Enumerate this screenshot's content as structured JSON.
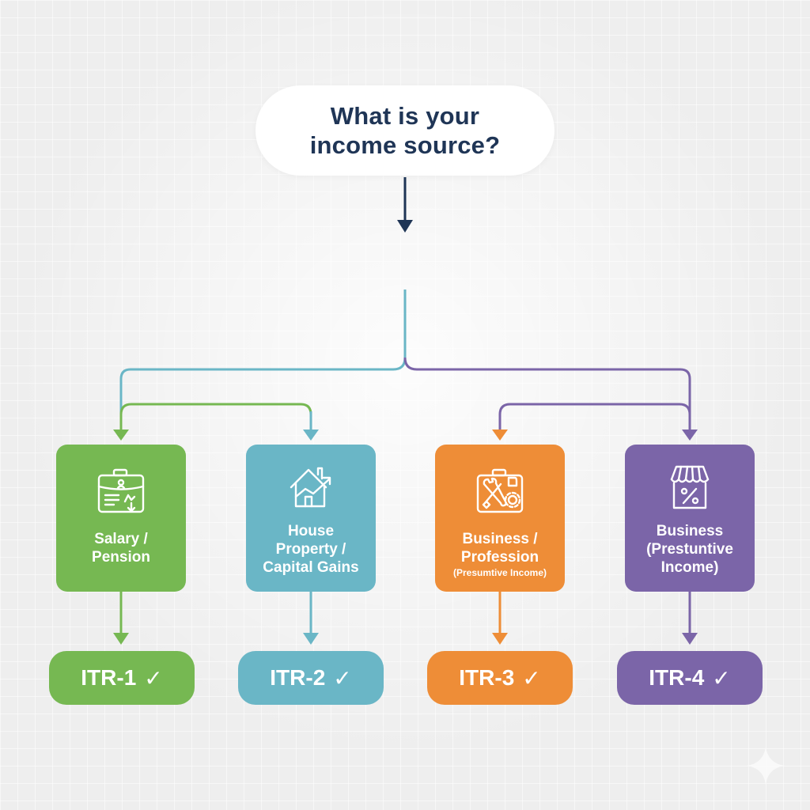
{
  "question": {
    "line1": "What is your",
    "line2": "income source?"
  },
  "colors": {
    "navy": "#1f3556",
    "green": "#76b852",
    "teal": "#6ab6c6",
    "orange": "#ee8d37",
    "purple": "#7b65a8",
    "background": "#eeeeee"
  },
  "options": [
    {
      "icon": "briefcase-salary-icon",
      "label_lines": [
        "Salary /",
        "Pension"
      ],
      "sub": "",
      "result": "ITR-1",
      "check": "✓"
    },
    {
      "icon": "house-growth-icon",
      "label_lines": [
        "House",
        "Property /",
        "Capital Gains"
      ],
      "sub": "",
      "result": "ITR-2",
      "check": "✓"
    },
    {
      "icon": "toolbox-icon",
      "label_lines": [
        "Business /",
        "Profession"
      ],
      "sub": "(Presumtive Income)",
      "result": "ITR-3",
      "check": "✓"
    },
    {
      "icon": "shop-percent-icon",
      "label_lines": [
        "Business",
        "(Prestuntive",
        "Income)"
      ],
      "sub": "",
      "result": "ITR-4",
      "check": "✓"
    }
  ]
}
